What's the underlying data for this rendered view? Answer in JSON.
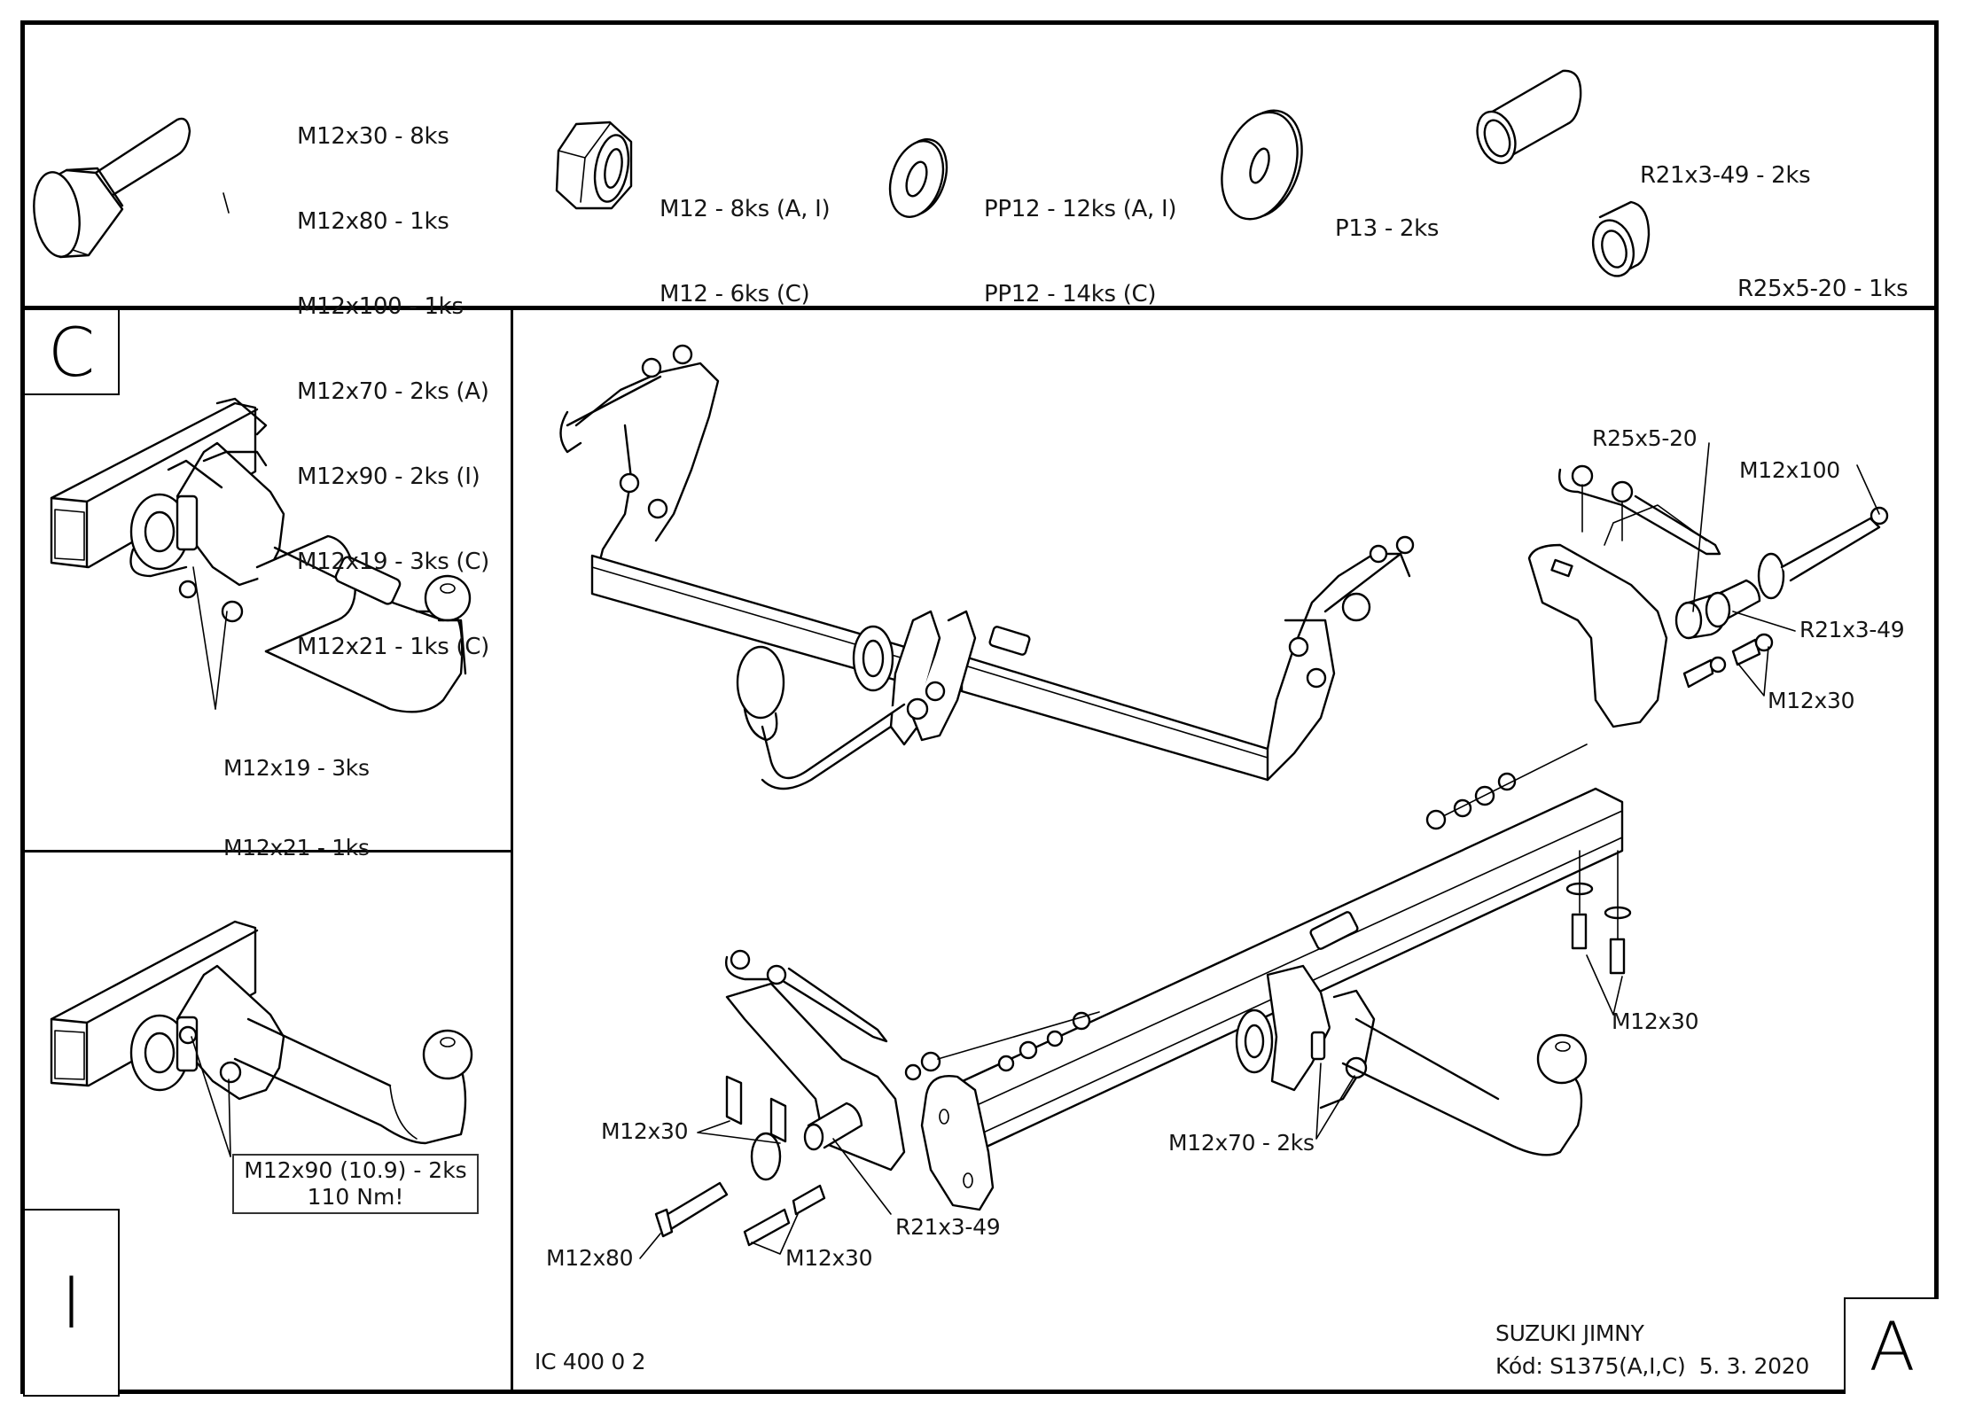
{
  "document": {
    "type": "towbar installation drawing",
    "vehicle": "SUZUKI JIMNY",
    "code_line": "Kód: S1375(A,I,C)  5. 3. 2020",
    "drawing_number": "IC 400 0 2"
  },
  "parts_list": {
    "bolts": {
      "icon": "hex-bolt-icon",
      "lines": [
        "M12x30 - 8ks",
        "M12x80 - 1ks",
        "M12x100 - 1ks",
        "M12x70 - 2ks (A)",
        "M12x90 - 2ks (I)",
        "M12x19 - 3ks (C)",
        "M12x21 - 1ks (C)"
      ]
    },
    "nuts": {
      "icon": "hex-nut-icon",
      "lines": [
        "M12 - 8ks (A, I)",
        "M12 - 6ks (C)"
      ]
    },
    "washers": {
      "icon": "flat-washer-icon",
      "lines": [
        "PP12 - 12ks (A, I)",
        "PP12 - 14ks (C)"
      ]
    },
    "large_washer": {
      "icon": "large-washer-icon",
      "lines": [
        "P13 - 2ks"
      ]
    },
    "spacer_long": {
      "icon": "tube-spacer-icon",
      "lines": [
        "R21x3-49 - 2ks"
      ]
    },
    "spacer_short": {
      "icon": "short-spacer-icon",
      "lines": [
        "R25x5-20 - 1ks"
      ]
    }
  },
  "panels": {
    "variant_c": {
      "letter": "C",
      "callout": [
        "M12x19 - 3ks",
        "M12x21 - 1ks"
      ]
    },
    "variant_i": {
      "letter": "I",
      "callout": [
        "M12x90 (10.9) - 2ks",
        "110 Nm!"
      ]
    },
    "variant_a": {
      "letter": "A",
      "callouts": {
        "r25_spacer": "R25x5-20",
        "m12x100": "M12x100",
        "r21_spacer_right": "R21x3-49",
        "m12x30_right_upper": "M12x30",
        "m12x30_right_lower": "M12x30",
        "m12x70": "M12x70 - 2ks",
        "m12x30_left_upper": "M12x30",
        "m12x30_left_lower": "M12x30",
        "m12x80": "M12x80",
        "r21_spacer_left": "R21x3-49"
      }
    }
  }
}
